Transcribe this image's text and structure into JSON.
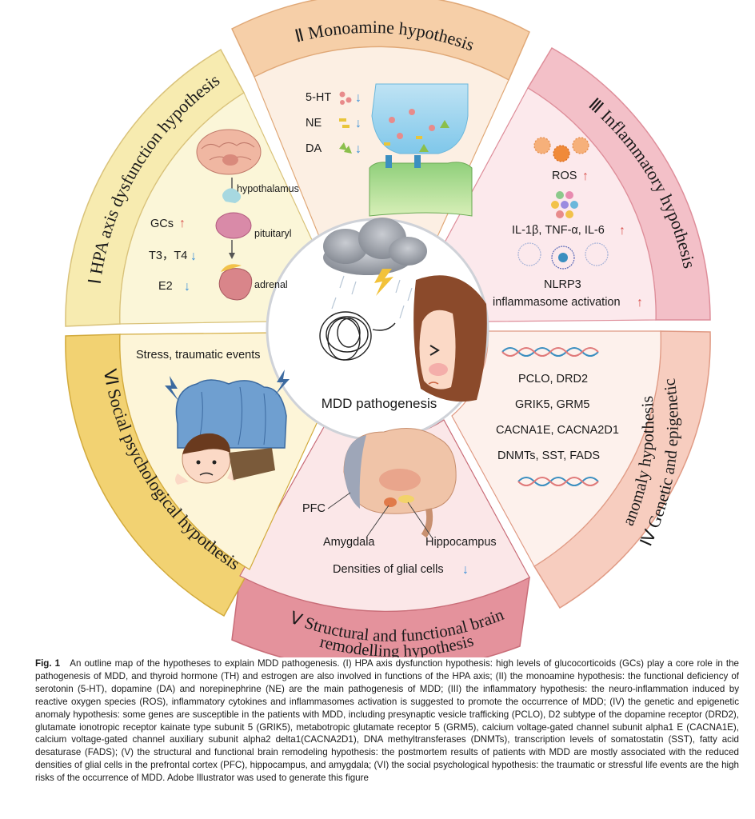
{
  "center": {
    "label": "MDD pathogenesis"
  },
  "sectors": {
    "hpa": {
      "title": "Ⅰ HPA axis dysfunction hypothesis",
      "hypothalamus": "hypothalamus",
      "pituitary": "pituitaryl",
      "adrenal": "adrenal",
      "gcs": "GCs",
      "t3t4": "T3，T4",
      "e2": "E2"
    },
    "monoamine": {
      "title": "Ⅱ Monoamine hypothesis",
      "items": [
        "5-HT",
        "NE",
        "DA"
      ]
    },
    "inflammatory": {
      "title": "Ⅲ Inflammatory hypothesis",
      "ros": "ROS",
      "cytokines": "IL-1β, TNF-α, IL-6",
      "nlrp3": "NLRP3",
      "inflammasome": "inflammasome activation"
    },
    "genetic": {
      "title_line1": "Ⅳ Genetic and epigenetic",
      "title_line2": "anomaly hypothesis",
      "genes": [
        "PCLO, DRD2",
        "GRIK5, GRM5",
        "CACNA1E, CACNA2D1",
        "DNMTs, SST, FADS"
      ]
    },
    "structural": {
      "title_line1": "Ⅴ Structural and functional brain",
      "title_line2": "remodelling hypothesis",
      "pfc": "PFC",
      "amygdala": "Amygdala",
      "hippocampus": "Hippocampus",
      "glial": "Densities of glial cells"
    },
    "social": {
      "title": "Ⅵ Social psychological hypothesis",
      "stress": "Stress, traumatic events"
    }
  },
  "arrows": {
    "up": "↑",
    "down": "↓"
  },
  "colors": {
    "up_arrow": "#d9534f",
    "down_arrow": "#3a8fd8",
    "monoamine_band": "#f6cfa8",
    "inflammatory_band": "#f3c0c8",
    "genetic_band": "#f6cfc4",
    "structural_band": "#e7939c",
    "social_band": "#f2d070",
    "hpa_band": "#f6ecb0"
  },
  "caption": {
    "label": "Fig. 1",
    "text": "An outline map of the hypotheses to explain MDD pathogenesis. (I) HPA axis dysfunction hypothesis: high levels of glucocorticoids (GCs) play a core role in the pathogenesis of MDD, and thyroid hormone (TH) and estrogen are also involved in functions of the HPA axis; (II) the monoamine hypothesis: the functional deficiency of serotonin (5-HT), dopamine (DA) and norepinephrine (NE) are the main pathogenesis of MDD; (III) the inflammatory hypothesis: the neuro-inflammation induced by reactive oxygen species (ROS), inflammatory cytokines and inflammasomes activation is suggested to promote the occurrence of MDD; (IV) the genetic and epigenetic anomaly hypothesis: some genes are susceptible in the patients with MDD, including presynaptic vesicle trafficking (PCLO), D2 subtype of the dopamine receptor (DRD2), glutamate ionotropic receptor kainate type subunit 5 (GRIK5), metabotropic glutamate receptor 5 (GRM5), calcium voltage-gated channel subunit alpha1 E (CACNA1E), calcium voltage-gated channel auxiliary subunit alpha2 delta1(CACNA2D1), DNA methyltransferases (DNMTs), transcription levels of somatostatin (SST), fatty acid desaturase (FADS); (V) the structural and functional brain remodeling hypothesis: the postmortem results of patients with MDD are mostly associated with the reduced densities of glial cells in the prefrontal cortex (PFC), hippocampus, and amygdala; (VI) the social psychological hypothesis: the traumatic or stressful life events are the high risks of the occurrence of MDD. Adobe Illustrator was used to generate this figure"
  }
}
